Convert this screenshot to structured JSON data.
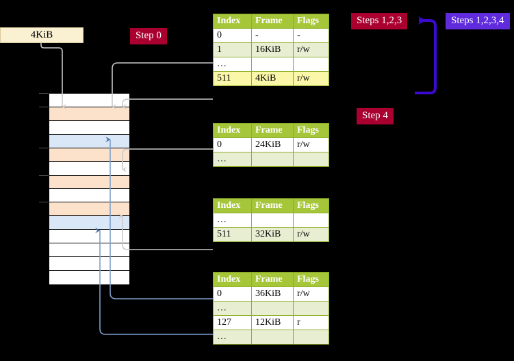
{
  "labels": {
    "size_box": "4KiB",
    "step0": "Step 0",
    "steps123": "Steps 1,2,3",
    "steps1234": "Steps 1,2,3,4",
    "step4": "Step 4"
  },
  "colors": {
    "badge_red": "#a90030",
    "badge_purple": "#5f2bdd",
    "table_header": "#a6c639",
    "table_border": "#8fae2a",
    "row_tint": "#e8eed2",
    "row_highlight": "#fbf7a8",
    "mem_orange": "#fde2cb",
    "mem_blue": "#d9e7f7",
    "wire_gray": "#c9c9c9",
    "wire_blue": "#7e9ec9",
    "size_box_bg": "#faf0d2"
  },
  "columns": [
    "Index",
    "Frame",
    "Flags"
  ],
  "tables": [
    {
      "name": "pml4-table",
      "rows": [
        {
          "index": "0",
          "frame": "-",
          "flags": "-",
          "style": "r-white"
        },
        {
          "index": "1",
          "frame": "16KiB",
          "flags": "r/w",
          "style": "r-tint"
        },
        {
          "index": "…",
          "frame": "",
          "flags": "",
          "style": "r-white"
        },
        {
          "index": "511",
          "frame": "4KiB",
          "flags": "r/w",
          "style": "r-high"
        }
      ]
    },
    {
      "name": "pdpt-table",
      "rows": [
        {
          "index": "0",
          "frame": "24KiB",
          "flags": "r/w",
          "style": "r-white"
        },
        {
          "index": "…",
          "frame": "",
          "flags": "",
          "style": "r-tint"
        }
      ]
    },
    {
      "name": "pd-table",
      "rows": [
        {
          "index": "…",
          "frame": "",
          "flags": "",
          "style": "r-white"
        },
        {
          "index": "511",
          "frame": "32KiB",
          "flags": "r/w",
          "style": "r-tint"
        }
      ]
    },
    {
      "name": "pt-table",
      "rows": [
        {
          "index": "0",
          "frame": "36KiB",
          "flags": "r/w",
          "style": "r-white"
        },
        {
          "index": "…",
          "frame": "",
          "flags": "",
          "style": "r-tint"
        },
        {
          "index": "127",
          "frame": "12KiB",
          "flags": "r",
          "style": "r-white"
        },
        {
          "index": "…",
          "frame": "",
          "flags": "",
          "style": "r-tint"
        }
      ]
    }
  ],
  "memory_rows": [
    {
      "fill": "m-white",
      "tick": true
    },
    {
      "fill": "m-orange",
      "tick": true
    },
    {
      "fill": "m-white",
      "tick": false
    },
    {
      "fill": "m-blue",
      "tick": false
    },
    {
      "fill": "m-orange",
      "tick": true
    },
    {
      "fill": "m-white",
      "tick": false
    },
    {
      "fill": "m-orange",
      "tick": true
    },
    {
      "fill": "m-white",
      "tick": false
    },
    {
      "fill": "m-orange",
      "tick": true
    },
    {
      "fill": "m-blue",
      "tick": false
    },
    {
      "fill": "m-white",
      "tick": false
    },
    {
      "fill": "m-white",
      "tick": false
    },
    {
      "fill": "m-white",
      "tick": false
    },
    {
      "fill": "m-white",
      "tick": false
    }
  ]
}
